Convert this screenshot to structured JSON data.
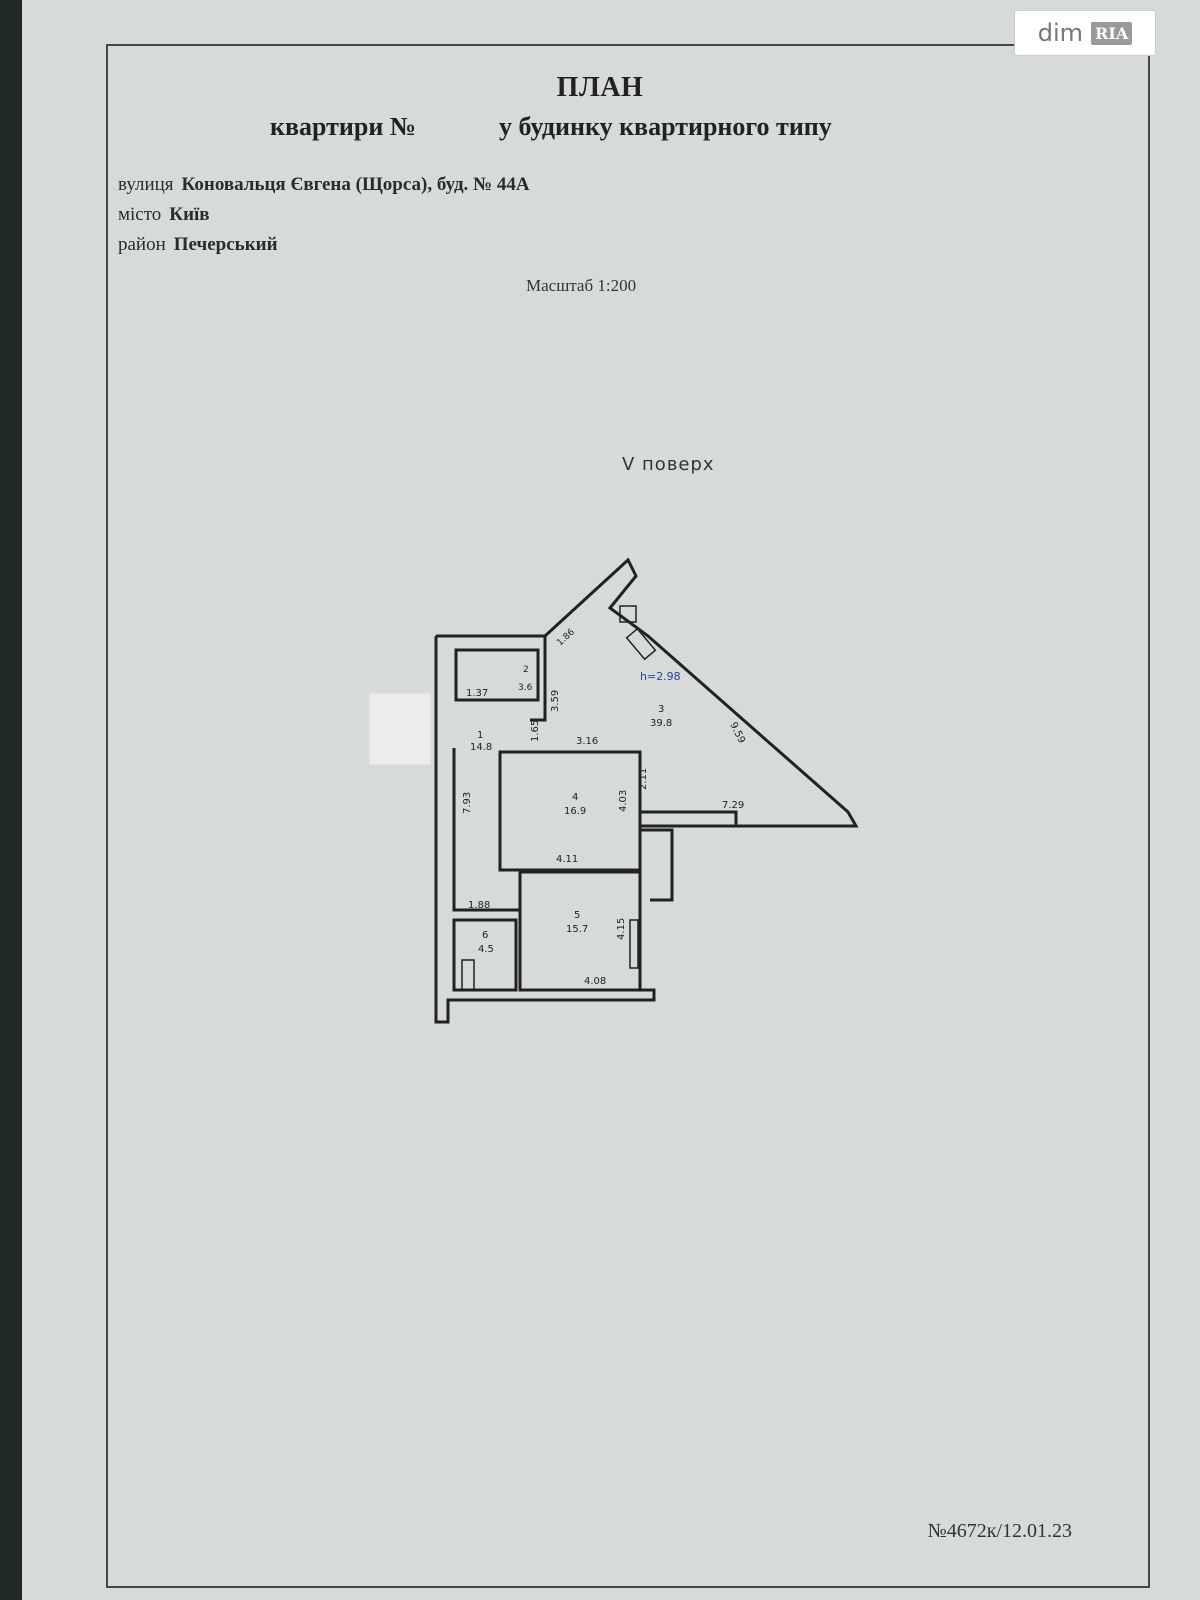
{
  "header": {
    "title": "ПЛАН",
    "subtitle_pre": "квартири №",
    "subtitle_post": "у будинку квартирного типу"
  },
  "address": {
    "street_label": "вулиця",
    "street_value": "Коновальця Євгена (Щорса), буд. № 44А",
    "city_label": "місто",
    "city_value": "Київ",
    "district_label": "район",
    "district_value": "Печерський"
  },
  "scale": "Масштаб 1:200",
  "floor": "V поверх",
  "stamp": "№4672к/12.01.23",
  "logo": {
    "text": "dim",
    "mark": "RIA"
  },
  "plan": {
    "ceiling_height": "h=2.98",
    "rooms": [
      {
        "number": "1",
        "area": "14.8"
      },
      {
        "number": "2",
        "area": "3.6"
      },
      {
        "number": "3",
        "area": "39.8"
      },
      {
        "number": "4",
        "area": "16.9"
      },
      {
        "number": "5",
        "area": "15.7"
      },
      {
        "number": "6",
        "area": "4.5"
      }
    ],
    "dimensions": [
      "1.37",
      "3.59",
      "1.65",
      "3.16",
      "2.11",
      "4.03",
      "4.11",
      "7.93",
      "1.88",
      "4.15",
      "4.08",
      "9.59",
      "7.29",
      "1.86"
    ]
  },
  "colors": {
    "paper": "#d6dbd9",
    "ink": "#222222",
    "accent": "#2a3fa0"
  }
}
